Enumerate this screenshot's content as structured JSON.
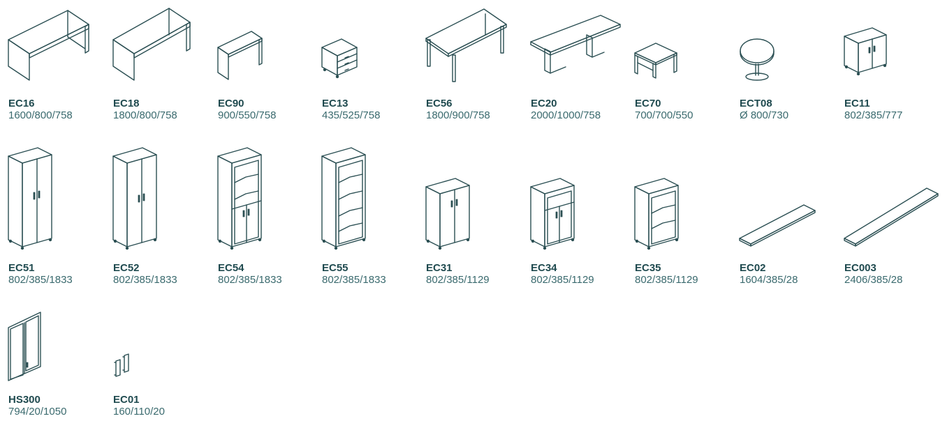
{
  "colors": {
    "line": "#2b4f53",
    "code": "#1f4a4f",
    "dims": "#3a6a6e"
  },
  "items": [
    {
      "code": "EC16",
      "dims": "1600/800/758",
      "icon": "desk-icon"
    },
    {
      "code": "EC18",
      "dims": "1800/800/758",
      "icon": "desk-icon"
    },
    {
      "code": "EC90",
      "dims": "900/550/758",
      "icon": "desk-extension-icon"
    },
    {
      "code": "EC13",
      "dims": "435/525/758",
      "icon": "drawer-pedestal-icon"
    },
    {
      "code": "EC56",
      "dims": "1800/900/758",
      "icon": "leg-desk-icon"
    },
    {
      "code": "EC20",
      "dims": "2000/1000/758",
      "icon": "meeting-table-icon"
    },
    {
      "code": "EC70",
      "dims": "700/700/550",
      "icon": "low-table-icon"
    },
    {
      "code": "ECT08",
      "dims": "Ø 800/730",
      "icon": "round-table-icon"
    },
    {
      "code": "EC11",
      "dims": "802/385/777",
      "icon": "low-cabinet-icon"
    },
    {
      "code": "EC51",
      "dims": "802/385/1833",
      "icon": "tall-cabinet-icon"
    },
    {
      "code": "EC52",
      "dims": "802/385/1833",
      "icon": "tall-cabinet-icon"
    },
    {
      "code": "EC54",
      "dims": "802/385/1833",
      "icon": "tall-shelf-cabinet-icon"
    },
    {
      "code": "EC55",
      "dims": "802/385/1833",
      "icon": "tall-bookcase-icon"
    },
    {
      "code": "EC31",
      "dims": "802/385/1129",
      "icon": "medium-cabinet-icon"
    },
    {
      "code": "EC34",
      "dims": "802/385/1129",
      "icon": "medium-shelf-cabinet-icon"
    },
    {
      "code": "EC35",
      "dims": "802/385/1129",
      "icon": "medium-bookcase-icon"
    },
    {
      "code": "EC02",
      "dims": "1604/385/28",
      "icon": "top-panel-icon"
    },
    {
      "code": "EC003",
      "dims": "2406/385/28",
      "icon": "long-top-panel-icon"
    },
    {
      "code": "HS300",
      "dims": "794/20/1050",
      "icon": "glass-door-icon"
    },
    {
      "code": "EC01",
      "dims": "160/110/20",
      "icon": "handle-icon"
    }
  ]
}
